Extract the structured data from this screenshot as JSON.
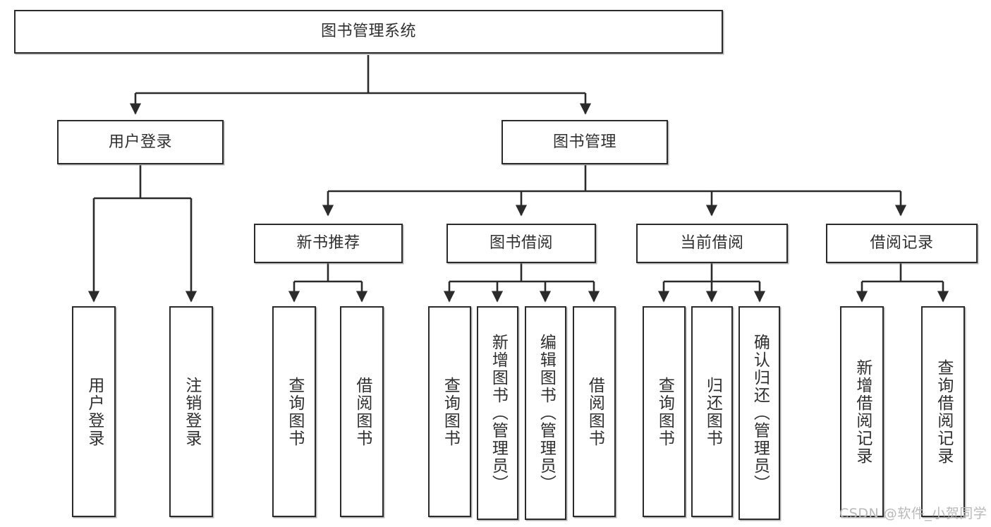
{
  "diagram": {
    "title": "图书管理系统",
    "watermark": "CSDN @软件_小贺同学",
    "colors": {
      "box_border": "#2b2b2b",
      "box_fill": "#ffffff",
      "text": "#2f2f2f",
      "connector": "#2b2b2b",
      "watermark": "#b9b9b9"
    },
    "levels": {
      "root": "图书管理系统",
      "level1": [
        "用户登录",
        "图书管理"
      ],
      "level2": [
        "新书推荐",
        "图书借阅",
        "当前借阅",
        "借阅记录"
      ]
    },
    "nodes": {
      "root": {
        "label": "图书管理系统"
      },
      "user_login": {
        "label": "用户登录"
      },
      "book_manage": {
        "label": "图书管理"
      },
      "new_book_rec": {
        "label": "新书推荐"
      },
      "book_borrow": {
        "label": "图书借阅"
      },
      "current_borrow": {
        "label": "当前借阅"
      },
      "borrow_record": {
        "label": "借阅记录"
      },
      "leaf_user_login": {
        "label": "用户登录"
      },
      "leaf_logout": {
        "label": "注销登录"
      },
      "leaf_query_book_1": {
        "label": "查询图书"
      },
      "leaf_borrow_book_1": {
        "label": "借阅图书"
      },
      "leaf_query_book_2": {
        "label": "查询图书"
      },
      "leaf_add_book": {
        "label": "新增图书（管理员）"
      },
      "leaf_edit_book": {
        "label": "编辑图书（管理员）"
      },
      "leaf_borrow_book_2": {
        "label": "借阅图书"
      },
      "leaf_query_book_3": {
        "label": "查询图书"
      },
      "leaf_return_book": {
        "label": "归还图书"
      },
      "leaf_confirm_return": {
        "label": "确认归还（管理员）"
      },
      "leaf_add_record": {
        "label": "新增借阅记录"
      },
      "leaf_query_record": {
        "label": "查询借阅记录"
      }
    },
    "edges": [
      {
        "from": "root",
        "to": "用户登录"
      },
      {
        "from": "root",
        "to": "图书管理"
      },
      {
        "from": "用户登录",
        "to": "用户登录(leaf)"
      },
      {
        "from": "用户登录",
        "to": "注销登录"
      },
      {
        "from": "图书管理",
        "to": "新书推荐"
      },
      {
        "from": "图书管理",
        "to": "图书借阅"
      },
      {
        "from": "图书管理",
        "to": "当前借阅"
      },
      {
        "from": "图书管理",
        "to": "借阅记录"
      },
      {
        "from": "新书推荐",
        "to": "查询图书"
      },
      {
        "from": "新书推荐",
        "to": "借阅图书"
      },
      {
        "from": "图书借阅",
        "to": "查询图书"
      },
      {
        "from": "图书借阅",
        "to": "新增图书（管理员）"
      },
      {
        "from": "图书借阅",
        "to": "编辑图书（管理员）"
      },
      {
        "from": "图书借阅",
        "to": "借阅图书"
      },
      {
        "from": "当前借阅",
        "to": "查询图书"
      },
      {
        "from": "当前借阅",
        "to": "归还图书"
      },
      {
        "from": "当前借阅",
        "to": "确认归还（管理员）"
      },
      {
        "from": "借阅记录",
        "to": "新增借阅记录"
      },
      {
        "from": "借阅记录",
        "to": "查询借阅记录"
      }
    ]
  }
}
